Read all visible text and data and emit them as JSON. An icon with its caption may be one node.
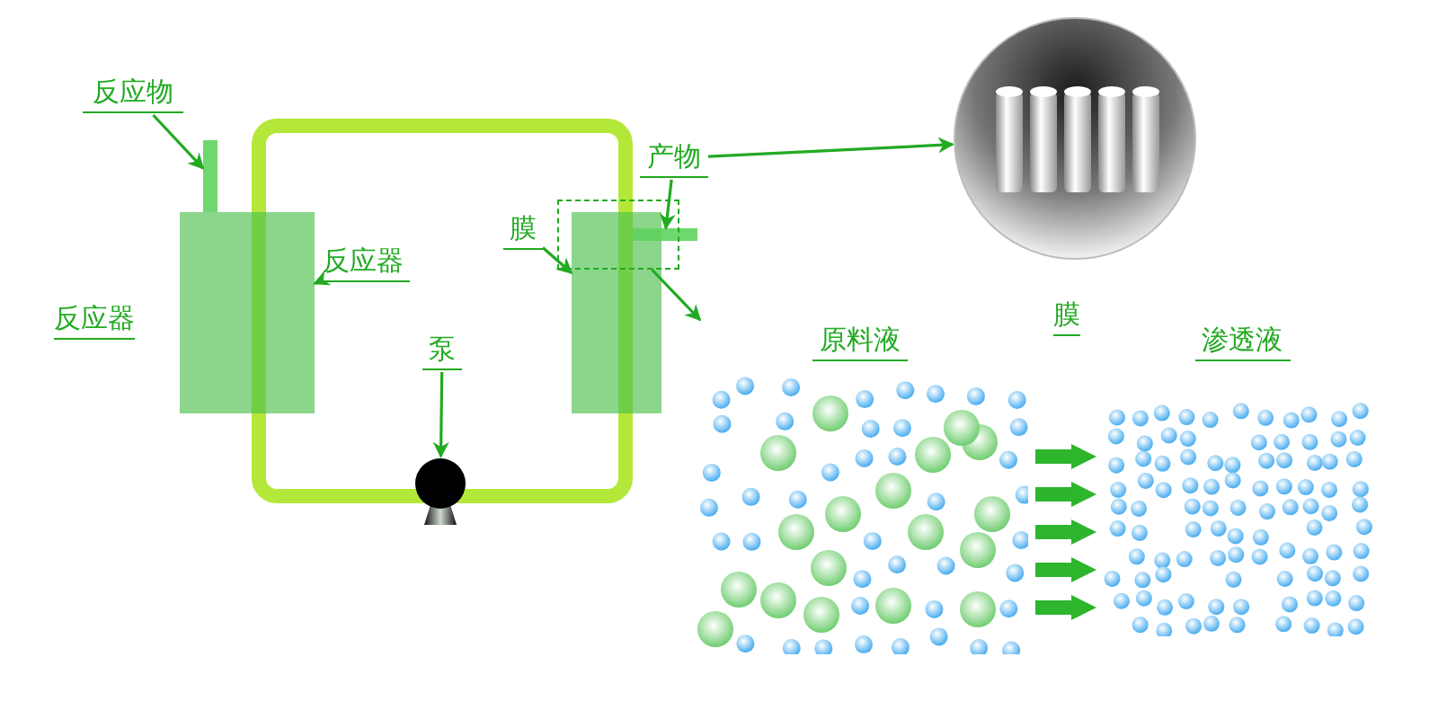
{
  "diagram": {
    "nodes": [
      {
        "text": [
          "反应物"
        ]
      },
      {
        "text": [],
        "shape": "bar"
      },
      {
        "text": [],
        "shape": "box"
      },
      {
        "text": [
          "反应器"
        ]
      },
      {
        "text": [
          "膜"
        ]
      },
      {
        "text": [],
        "shape": "box"
      },
      {
        "text": [],
        "shape": "box"
      },
      {
        "text": [],
        "shape": "bar"
      },
      {
        "text": [
          "产物"
        ]
      },
      {
        "text": [],
        "shape": "picture"
      },
      {
        "text": [
          "泵"
        ]
      },
      {
        "text": [],
        "shape": "circle"
      },
      {
        "text": [
          "原料液"
        ]
      },
      {
        "text": [
          "渗透液"
        ]
      }
    ],
    "edges": [
      {
        "from": 0,
        "to": 1,
        "arrow": "to"
      },
      {
        "from": 3,
        "to": 2,
        "arrow": "to"
      },
      {
        "from": 4,
        "to": 5,
        "arrow": "to"
      },
      {
        "from": 8,
        "to": 7,
        "arrow": "to"
      },
      {
        "from": 8,
        "to": 9,
        "arrow": "to"
      },
      {
        "from": 6,
        "to": 12,
        "arrow": "to"
      },
      {
        "from": 10,
        "to": 11,
        "arrow": "to"
      },
      {
        "from": 12,
        "to": 13,
        "arrow": "to",
        "style": "thick"
      },
      {
        "from": 12,
        "to": 13,
        "arrow": "to",
        "style": "thick"
      },
      {
        "from": 12,
        "to": 13,
        "arrow": "to",
        "style": "thick"
      },
      {
        "from": 12,
        "to": 13,
        "arrow": "to",
        "style": "thick"
      },
      {
        "from": 12,
        "to": 13,
        "arrow": "to",
        "style": "thick"
      }
    ],
    "labels": [
      "反应器",
      "膜"
    ]
  }
}
